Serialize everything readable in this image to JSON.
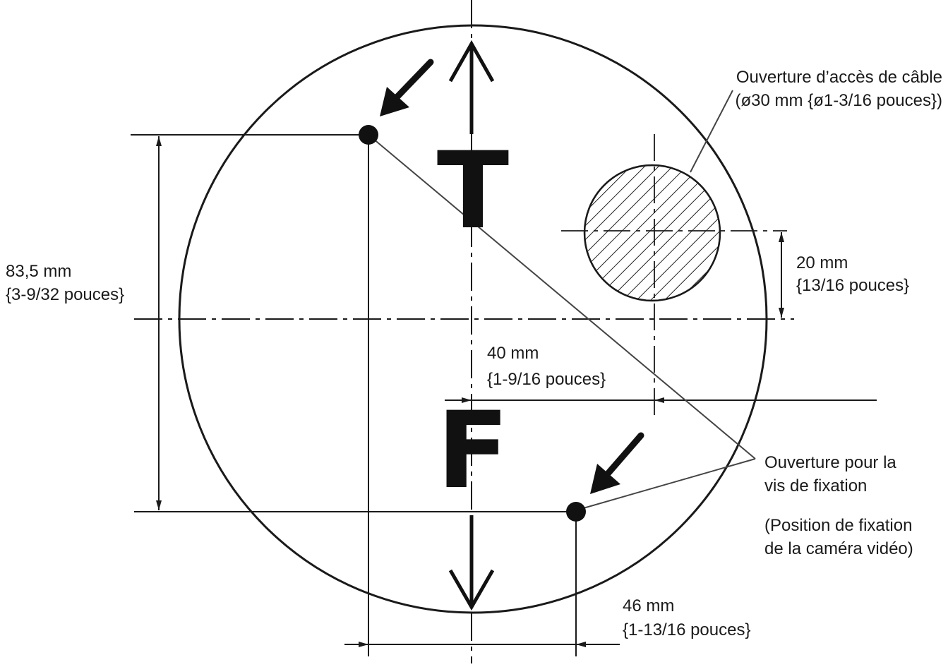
{
  "cable_hole": {
    "label_line1": "Ouverture d’accès de câble",
    "label_line2": "(ø30 mm {ø1-3/16 pouces})"
  },
  "dim_vertical": {
    "line1": "83,5 mm",
    "line2": "{3-9/32 pouces}"
  },
  "dim_cable_offset_y": {
    "line1": "20 mm",
    "line2": "{13/16 pouces}"
  },
  "dim_cable_offset_x": {
    "line1": "40 mm",
    "line2": "{1-9/16 pouces}"
  },
  "dim_screw_spacing": {
    "line1": "46 mm",
    "line2": "{1-13/16 pouces}"
  },
  "screw_hole": {
    "label_line1": "Ouverture pour la",
    "label_line2": "vis de fixation",
    "note_line1": "(Position de fixation",
    "note_line2": "de la caméra vidéo)"
  },
  "markers": {
    "top": "T",
    "front": "F"
  }
}
